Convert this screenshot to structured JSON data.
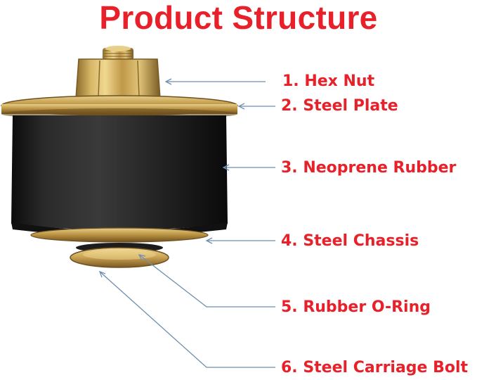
{
  "title": "Product Structure",
  "parts": [
    {
      "label": "1. Hex Nut"
    },
    {
      "label": "2. Steel Plate"
    },
    {
      "label": "3. Neoprene Rubber"
    },
    {
      "label": "4. Steel Chassis"
    },
    {
      "label": "5. Rubber O-Ring"
    },
    {
      "label": "6. Steel Carriage Bolt"
    }
  ],
  "colors": {
    "title": "#e8202a",
    "labels": "#e8202a",
    "leader_lines": "#6f8fb0",
    "rubber": "#1a1a1a",
    "brass": "#c8a24a"
  }
}
